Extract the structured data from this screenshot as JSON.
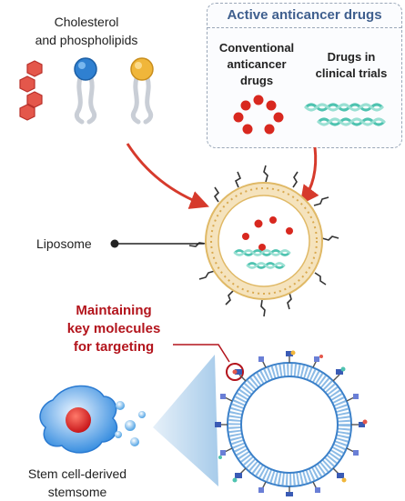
{
  "lipids": {
    "label_line1": "Cholesterol",
    "label_line2": "and phospholipids"
  },
  "drugs_box": {
    "title": "Active anticancer drugs",
    "conventional": {
      "line1": "Conventional",
      "line2": "anticancer",
      "line3": "drugs"
    },
    "clinical": {
      "line1": "Drugs in",
      "line2": "clinical trials"
    }
  },
  "liposome": {
    "label": "Liposome"
  },
  "targeting": {
    "line1": "Maintaining",
    "line2": "key molecules",
    "line3": "for targeting"
  },
  "stemsome": {
    "line1": "Stem cell-derived",
    "line2": "stemsome"
  },
  "colors": {
    "accent_red": "#d63a2c",
    "title_blue": "#3f5f8e",
    "shell_tan": "#e8c98a",
    "helix_teal": "#4fc3b0"
  }
}
